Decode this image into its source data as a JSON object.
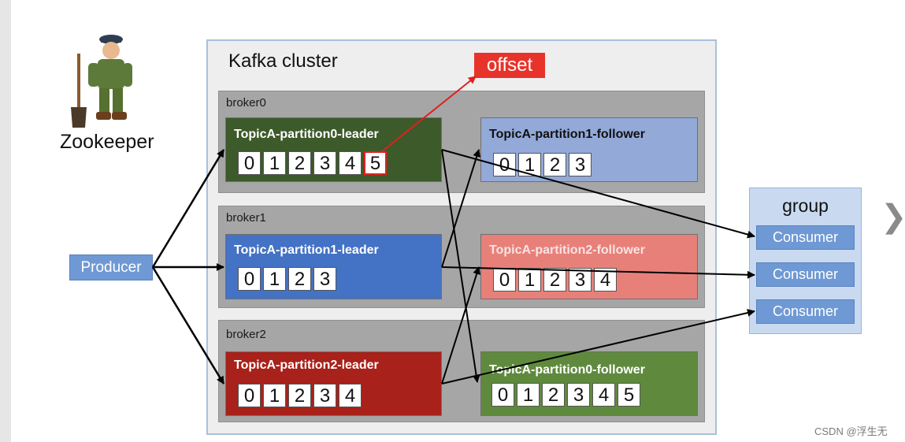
{
  "cluster": {
    "title": "Kafka cluster"
  },
  "zookeeper": {
    "label": "Zookeeper"
  },
  "producer": {
    "label": "Producer"
  },
  "offset": {
    "label": "offset"
  },
  "group": {
    "title": "group",
    "consumers": [
      "Consumer",
      "Consumer",
      "Consumer"
    ]
  },
  "brokers": [
    {
      "label": "broker0",
      "leader": {
        "title": "TopicA-partition0-leader",
        "cells": [
          "0",
          "1",
          "2",
          "3",
          "4",
          "5"
        ],
        "color": "#3d5a2a"
      },
      "follower": {
        "title": "TopicA-partition1-follower",
        "cells": [
          "0",
          "1",
          "2",
          "3"
        ],
        "color": "#93a9d8"
      }
    },
    {
      "label": "broker1",
      "leader": {
        "title": "TopicA-partition1-leader",
        "cells": [
          "0",
          "1",
          "2",
          "3"
        ],
        "color": "#4472c4"
      },
      "follower": {
        "title": "TopicA-partition2-follower",
        "cells": [
          "0",
          "1",
          "2",
          "3",
          "4"
        ],
        "color": "#e8807a"
      }
    },
    {
      "label": "broker2",
      "leader": {
        "title": "TopicA-partition2-leader",
        "cells": [
          "0",
          "1",
          "2",
          "3",
          "4"
        ],
        "color": "#a8211a"
      },
      "follower": {
        "title": "TopicA-partition0-follower",
        "cells": [
          "0",
          "1",
          "2",
          "3",
          "4",
          "5"
        ],
        "color": "#5f8a3e"
      }
    }
  ],
  "watermark": "CSDN @浮生无",
  "nav": {
    "next_icon": "chevron-right-icon"
  },
  "colors": {
    "arrow": "#000000",
    "offset_arrow": "#e02020"
  }
}
